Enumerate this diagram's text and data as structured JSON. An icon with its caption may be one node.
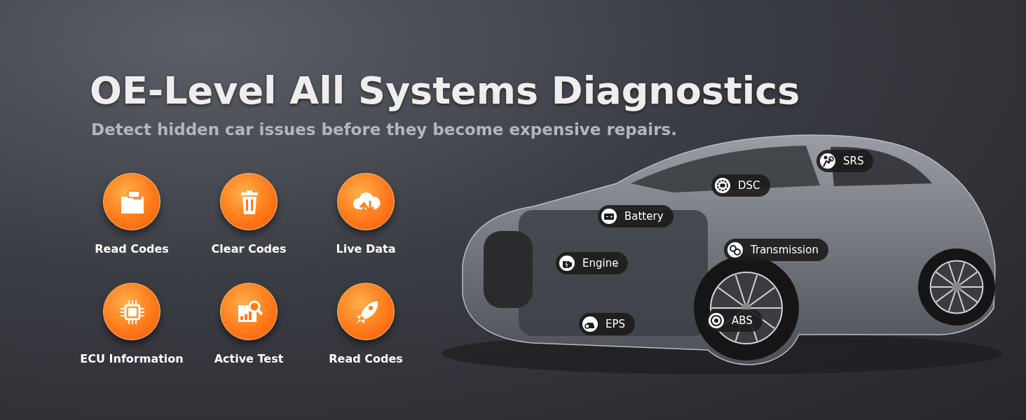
{
  "diagram": {
    "title": "OE-Level All Systems Diagnostics",
    "nodes": [
      {
        "text": [
          "Read Codes"
        ]
      },
      {
        "text": [
          "Clear Codes"
        ]
      },
      {
        "text": [
          "Live Data"
        ]
      },
      {
        "text": [
          "ECU Information"
        ]
      },
      {
        "text": [
          "Active Test"
        ]
      },
      {
        "text": [
          "Read Codes"
        ]
      },
      {
        "text": [
          "SRS"
        ]
      },
      {
        "text": [
          "DSC"
        ]
      },
      {
        "text": [
          "Battery"
        ]
      },
      {
        "text": [
          "Transmission"
        ]
      },
      {
        "text": [
          "Engine"
        ]
      },
      {
        "text": [
          "EPS"
        ]
      },
      {
        "text": [
          "ABS"
        ]
      }
    ],
    "labels": [
      "Detect hidden car issues before they become expensive repairs."
    ]
  }
}
